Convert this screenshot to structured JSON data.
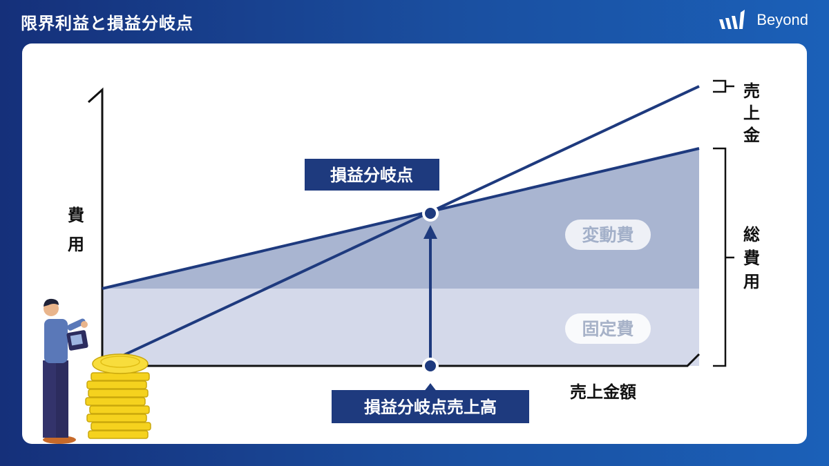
{
  "header": {
    "title": "限界利益と損益分岐点",
    "brand": "Beyond"
  },
  "diagram": {
    "y_axis_label": [
      "費",
      "用"
    ],
    "x_axis_label": "売上金額",
    "revenue_label": [
      "売",
      "上",
      "金"
    ],
    "total_cost_label": [
      "総",
      "費",
      "用"
    ],
    "variable_cost_label": "変動費",
    "fixed_cost_label": "固定費",
    "break_even_point_label": "損益分岐点",
    "break_even_sales_label": "損益分岐点売上高"
  },
  "colors": {
    "navy": "#1e3a7e",
    "variable_fill": "#a9b5d1",
    "fixed_fill": "#d4d9ea",
    "coin": "#f5d21e"
  }
}
